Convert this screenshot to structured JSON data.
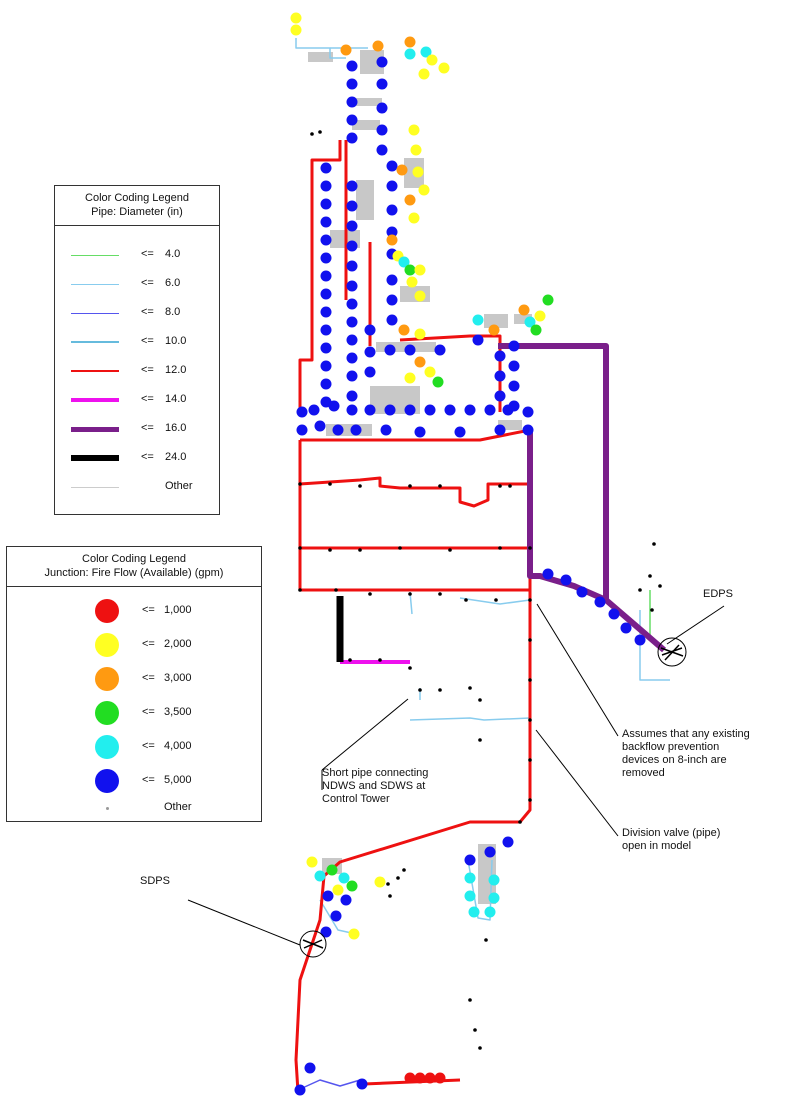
{
  "pipe_legend": {
    "title_line1": "Color Coding Legend",
    "title_line2": "Pipe: Diameter (in)",
    "items": [
      {
        "op": "<=",
        "value": "4.0",
        "color": "#66dd66",
        "weight": 1
      },
      {
        "op": "<=",
        "value": "6.0",
        "color": "#88ccee",
        "weight": 1
      },
      {
        "op": "<=",
        "value": "8.0",
        "color": "#5555ee",
        "weight": 1
      },
      {
        "op": "<=",
        "value": "10.0",
        "color": "#66bbdd",
        "weight": 2
      },
      {
        "op": "<=",
        "value": "12.0",
        "color": "#ee1111",
        "weight": 2
      },
      {
        "op": "<=",
        "value": "14.0",
        "color": "#ee11ee",
        "weight": 4
      },
      {
        "op": "<=",
        "value": "16.0",
        "color": "#7a1f8a",
        "weight": 5
      },
      {
        "op": "<=",
        "value": "24.0",
        "color": "#000000",
        "weight": 6
      },
      {
        "op": "",
        "value": "Other",
        "color": "#cccccc",
        "weight": 1
      }
    ]
  },
  "fire_flow_legend": {
    "title_line1": "Color Coding Legend",
    "title_line2": "Junction: Fire Flow (Available) (gpm)",
    "items": [
      {
        "op": "<=",
        "value": "1,000",
        "color": "#ee1111",
        "size": 24
      },
      {
        "op": "<=",
        "value": "2,000",
        "color": "#ffff22",
        "size": 24
      },
      {
        "op": "<=",
        "value": "3,000",
        "color": "#ff9a11",
        "size": 24
      },
      {
        "op": "<=",
        "value": "3,500",
        "color": "#22dd22",
        "size": 24
      },
      {
        "op": "<=",
        "value": "4,000",
        "color": "#22eeee",
        "size": 24
      },
      {
        "op": "<=",
        "value": "5,000",
        "color": "#1111ee",
        "size": 24
      },
      {
        "op": "",
        "value": "Other",
        "color": "#999999",
        "size": 3
      }
    ]
  },
  "annotations": {
    "edps": "EDPS",
    "sdps": "SDPS",
    "short_pipe": "Short pipe connecting\nNDWS and SDWS at\nControl Tower",
    "backflow": "Assumes that any existing\nbackflow prevention\ndevices on 8-inch are\nremoved",
    "division_valve": "Division valve (pipe)\nopen in model"
  }
}
